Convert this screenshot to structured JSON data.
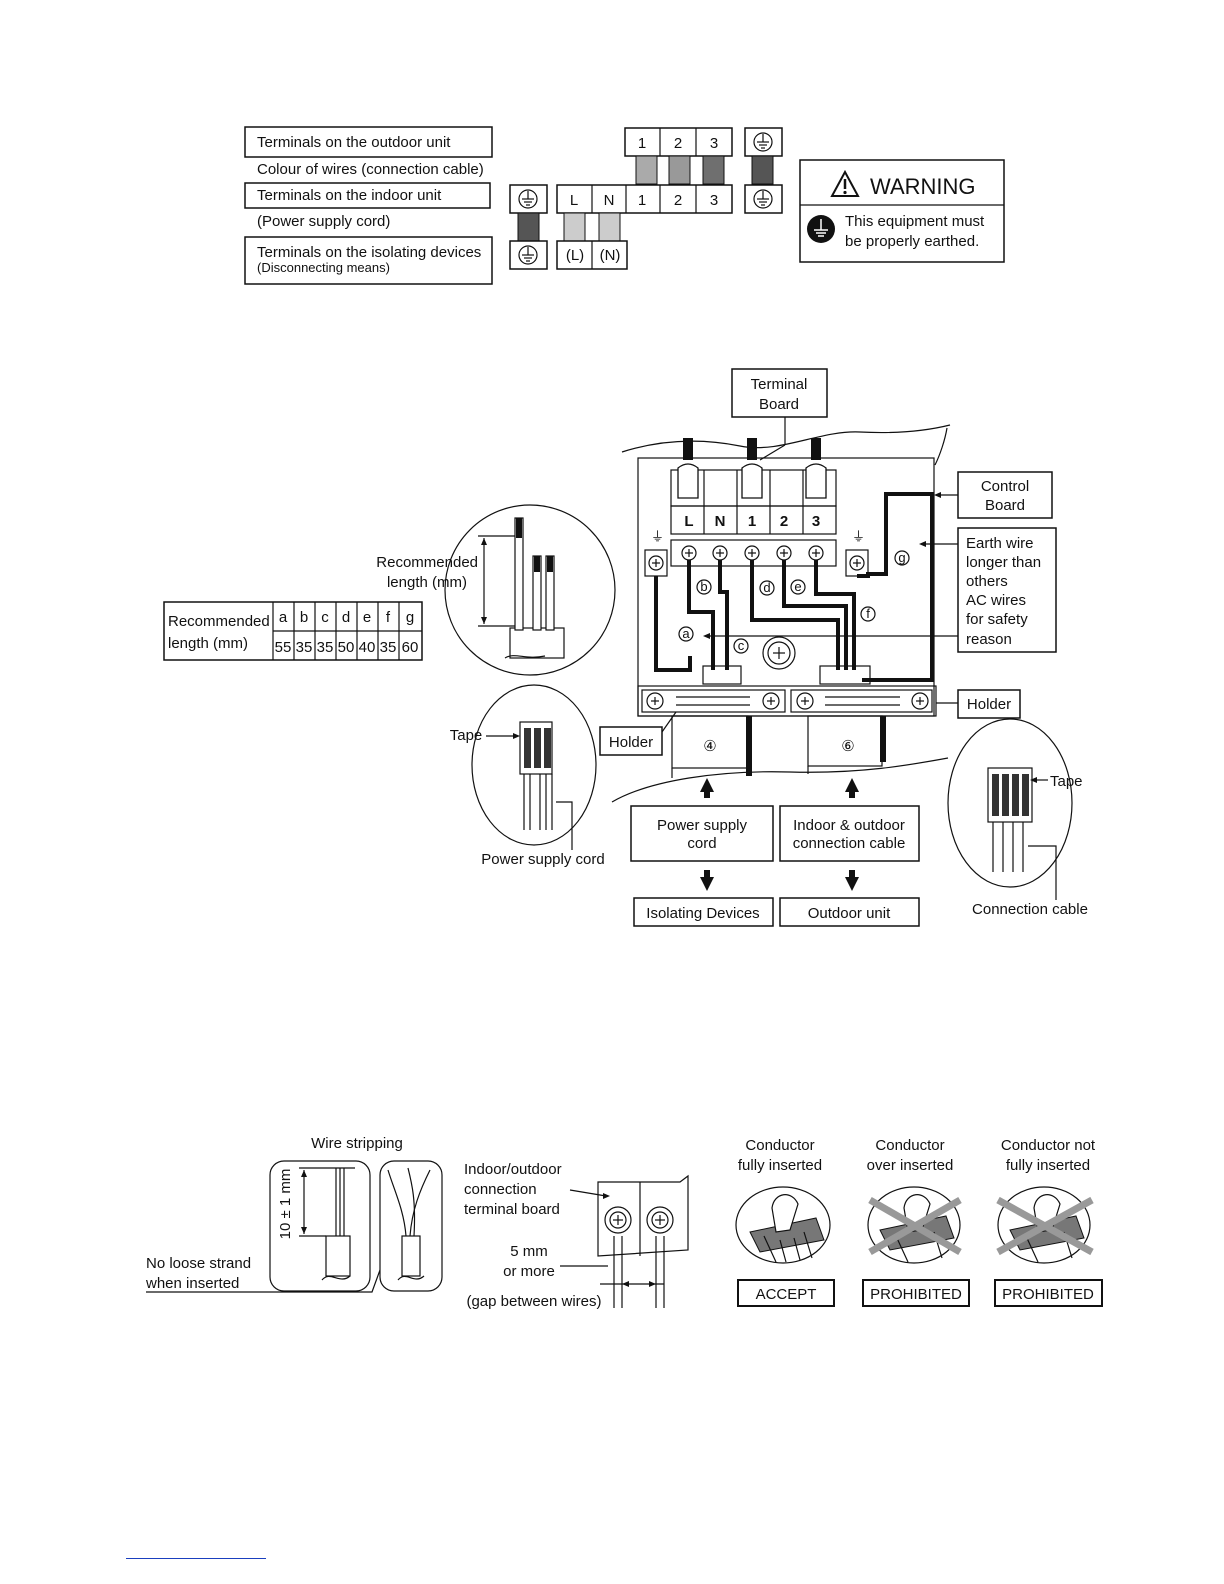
{
  "wiring_table": {
    "rows": [
      {
        "label": "Terminals on the outdoor unit",
        "boxed": true
      },
      {
        "label": "Colour of wires (connection cable)",
        "boxed": false
      },
      {
        "label": "Terminals on the indoor unit",
        "boxed": true
      },
      {
        "label": "(Power supply cord)",
        "boxed": false
      },
      {
        "label": "Terminals on the isolating devices",
        "sublabel": "(Disconnecting means)",
        "boxed": true
      }
    ],
    "outdoor_terminals": [
      "1",
      "2",
      "3"
    ],
    "indoor_terminals": [
      "L",
      "N",
      "1",
      "2",
      "3"
    ],
    "isolating_terminals": [
      "(L)",
      "(N)"
    ],
    "earth_symbol": "earth-icon"
  },
  "warning": {
    "title": "WARNING",
    "text_line1": "This equipment must",
    "text_line2": "be properly earthed.",
    "icons": [
      "warning-triangle-icon",
      "earth-icon"
    ]
  },
  "terminal_diagram": {
    "terminal_board_label": [
      "Terminal",
      "Board"
    ],
    "control_board_label": [
      "Control",
      "Board"
    ],
    "earth_note": [
      "Earth wire",
      "longer than",
      "others",
      "AC wires",
      "for safety",
      "reason"
    ],
    "terminal_labels": [
      "L",
      "N",
      "1",
      "2",
      "3"
    ],
    "wire_letters": [
      "a",
      "b",
      "c",
      "d",
      "e",
      "f",
      "g"
    ],
    "holder_label": "Holder",
    "port_labels": [
      "④",
      "⑥"
    ],
    "power_supply_box": [
      "Power supply",
      "cord"
    ],
    "connection_cable_box": [
      "Indoor & outdoor",
      "connection cable"
    ],
    "isolating_devices": "Isolating Devices",
    "outdoor_unit": "Outdoor unit",
    "tape_label": "Tape",
    "power_supply_cord_label": "Power supply cord",
    "connection_cable_label": "Connection cable",
    "recommended_length_label": [
      "Recommended",
      "length (mm)"
    ]
  },
  "length_table": {
    "header": [
      "Recommended",
      "length (mm)"
    ],
    "letters": [
      "a",
      "b",
      "c",
      "d",
      "e",
      "f",
      "g"
    ],
    "values": [
      "55",
      "35",
      "35",
      "50",
      "40",
      "35",
      "60"
    ]
  },
  "stripping": {
    "title": "Wire stripping",
    "dimension": "10 ± 1 mm",
    "no_loose": [
      "No loose strand",
      "when inserted"
    ],
    "terminal_board": [
      "Indoor/outdoor",
      "connection",
      "terminal board"
    ],
    "gap": [
      "5 mm",
      "or more"
    ],
    "gap_note": "(gap between wires)"
  },
  "conductor": {
    "items": [
      {
        "caption": [
          "Conductor",
          "fully inserted"
        ],
        "verdict": "ACCEPT",
        "crossed": false
      },
      {
        "caption": [
          "Conductor",
          "over inserted"
        ],
        "verdict": "PROHIBITED",
        "crossed": true
      },
      {
        "caption": [
          "Conductor not",
          "fully inserted"
        ],
        "verdict": "PROHIBITED",
        "crossed": true
      }
    ]
  },
  "colors": {
    "dark_wire": "#555555",
    "mid_wire": "#999999",
    "light_wire": "#cccccc",
    "footer_rule": "#1a3fbf"
  }
}
